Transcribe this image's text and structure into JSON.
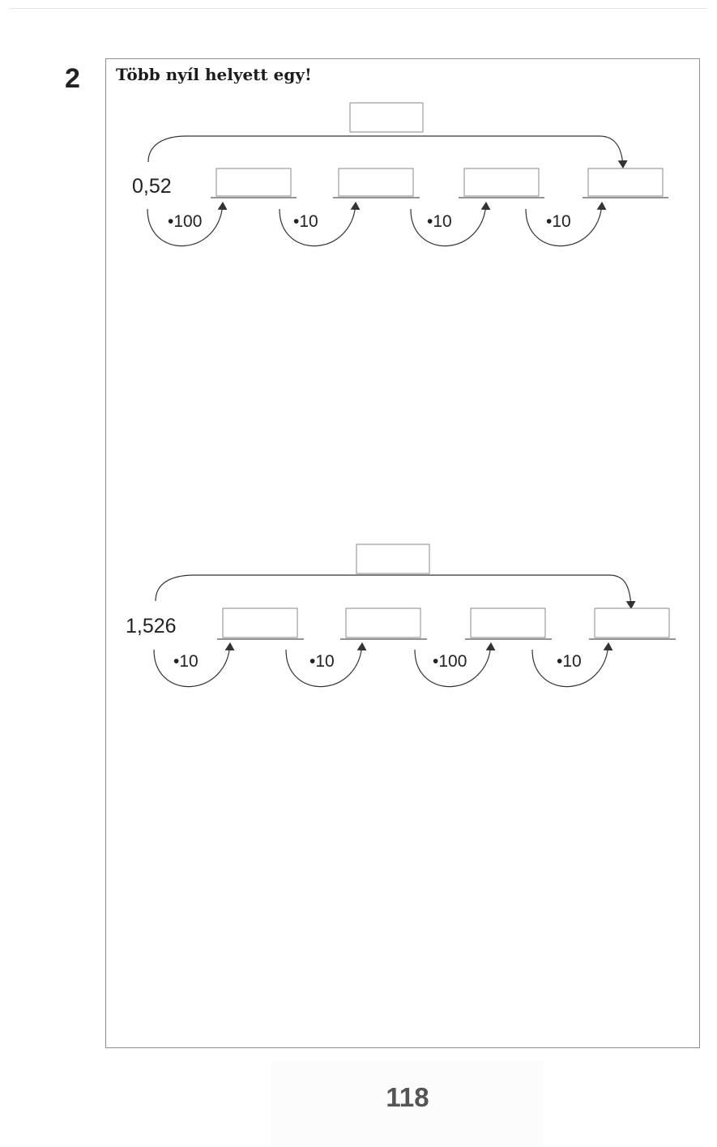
{
  "task": {
    "number": "2",
    "title": "Több nyíl helyett egy!"
  },
  "chains": [
    {
      "start": "0,52",
      "total_answer": "",
      "steps": [
        {
          "op": "•100",
          "answer": ""
        },
        {
          "op": "•10",
          "answer": ""
        },
        {
          "op": "•10",
          "answer": ""
        },
        {
          "op": "•10",
          "answer": ""
        }
      ]
    },
    {
      "start": "1,526",
      "total_answer": "",
      "steps": [
        {
          "op": "•10",
          "answer": ""
        },
        {
          "op": "•10",
          "answer": ""
        },
        {
          "op": "•100",
          "answer": ""
        },
        {
          "op": "•10",
          "answer": ""
        }
      ]
    }
  ],
  "page_number": "118"
}
